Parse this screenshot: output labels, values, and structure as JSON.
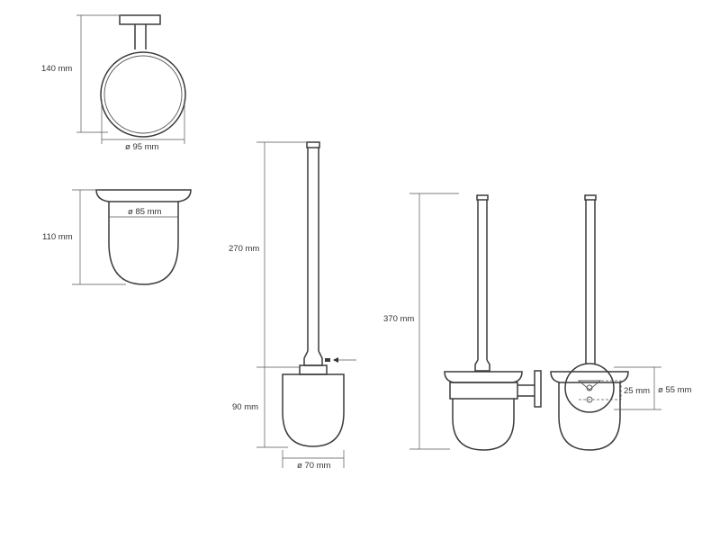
{
  "dimensions": {
    "holder_height": "140 mm",
    "holder_diameter": "ø 95 mm",
    "glass_height": "110 mm",
    "glass_diameter": "ø 85 mm",
    "handle_length": "270 mm",
    "head_height": "90 mm",
    "head_diameter": "ø 70 mm",
    "total_height": "370 mm",
    "wall_plate_offset": "25 mm",
    "wall_plate_diameter": "ø 55 mm"
  },
  "colors": {
    "line": "#3a3a3a",
    "text": "#333333"
  }
}
